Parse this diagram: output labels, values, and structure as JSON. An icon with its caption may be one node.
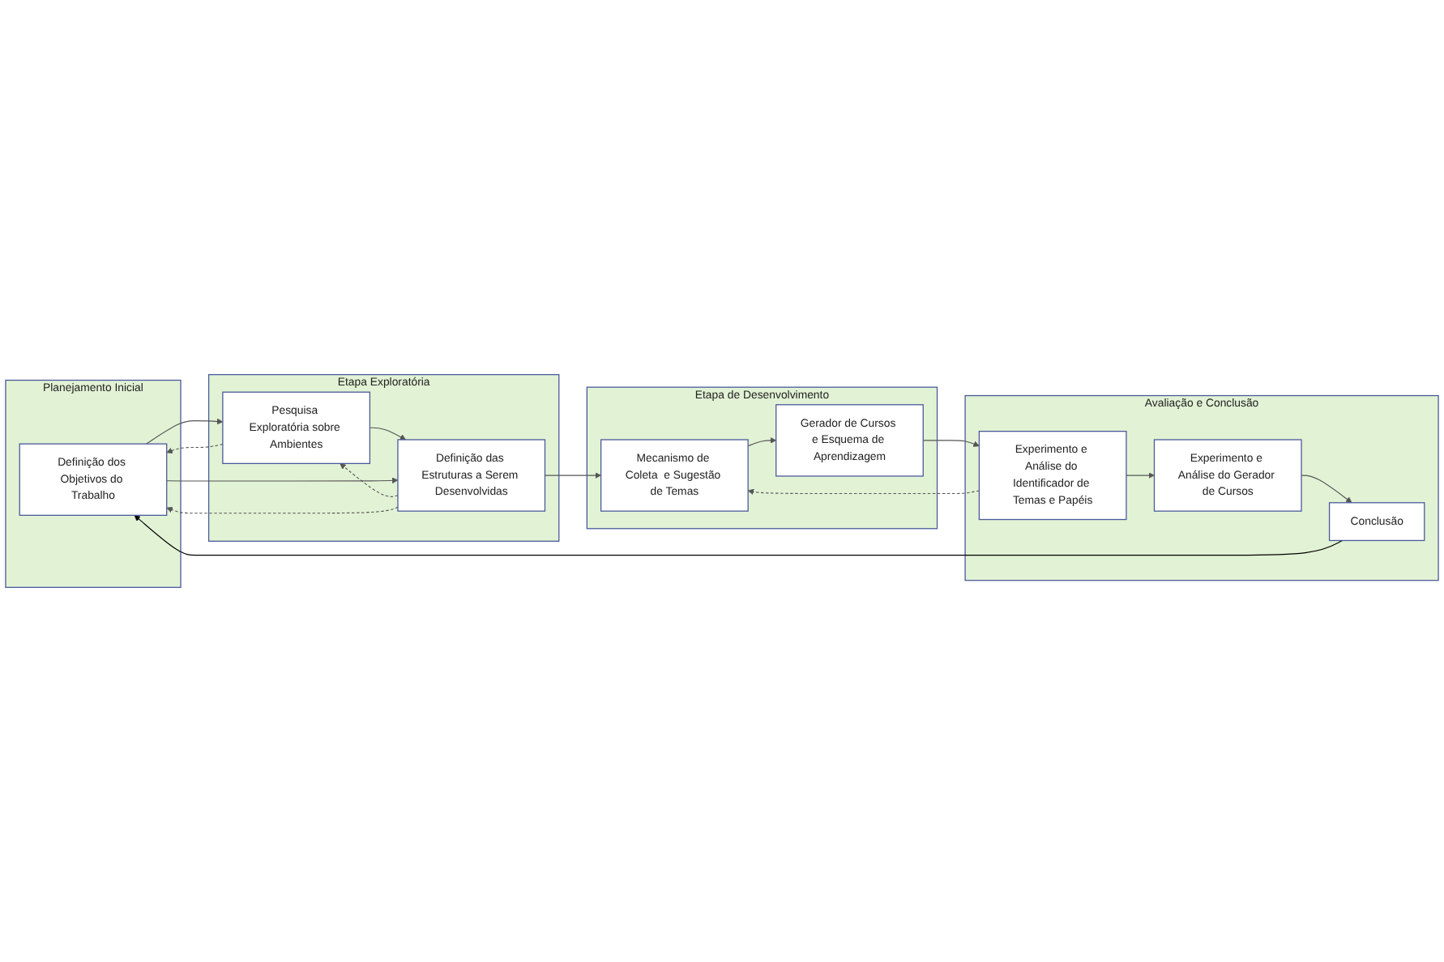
{
  "diagram": {
    "nodes": [
      {
        "text": [
          "Planejamento Inicial"
        ]
      },
      {
        "text": [
          "Definição dos Objetivos do Trabalho"
        ],
        "in": 0
      },
      {
        "text": [
          "Etapa Exploratória"
        ]
      },
      {
        "text": [
          "Pesquisa Exploratória sobre Ambientes"
        ],
        "in": 2
      },
      {
        "text": [
          "Definição das Estruturas a Serem Desenvolvidas"
        ],
        "in": 2
      },
      {
        "text": [
          "Etapa de Desenvolvimento"
        ]
      },
      {
        "text": [
          "Gerador de Cursos e Esquema de Aprendizagem"
        ],
        "in": 5
      },
      {
        "text": [
          "Mecanismo de Coleta  e Sugestão de Temas"
        ],
        "in": 5
      },
      {
        "text": [
          "Avaliação e Conclusão"
        ]
      },
      {
        "text": [
          "Experimento e Análise do Identificador de Temas e Papéis"
        ],
        "in": 8
      },
      {
        "text": [
          "Experimento e Análise do Gerador de Cursos"
        ],
        "in": 8
      },
      {
        "text": [
          "Conclusão"
        ],
        "in": 8
      }
    ],
    "edges": [
      {
        "from": 1,
        "to": 3,
        "arrow": "to"
      },
      {
        "from": 3,
        "to": 1,
        "arrow": "to",
        "style": "dashed"
      },
      {
        "from": 3,
        "to": 4,
        "arrow": "to"
      },
      {
        "from": 4,
        "to": 3,
        "arrow": "to",
        "style": "dashed"
      },
      {
        "from": 1,
        "to": 4,
        "arrow": "to"
      },
      {
        "from": 4,
        "to": 1,
        "arrow": "to",
        "style": "dashed"
      },
      {
        "from": 4,
        "to": 7,
        "arrow": "to"
      },
      {
        "from": 7,
        "to": 6,
        "arrow": "to"
      },
      {
        "from": 6,
        "to": 9,
        "arrow": "to"
      },
      {
        "from": 9,
        "to": 7,
        "arrow": "to",
        "style": "dashed"
      },
      {
        "from": 9,
        "to": 10,
        "arrow": "to"
      },
      {
        "from": 10,
        "to": 11,
        "arrow": "to"
      },
      {
        "from": 11,
        "to": 1,
        "arrow": "to",
        "color": "#000000"
      }
    ]
  }
}
